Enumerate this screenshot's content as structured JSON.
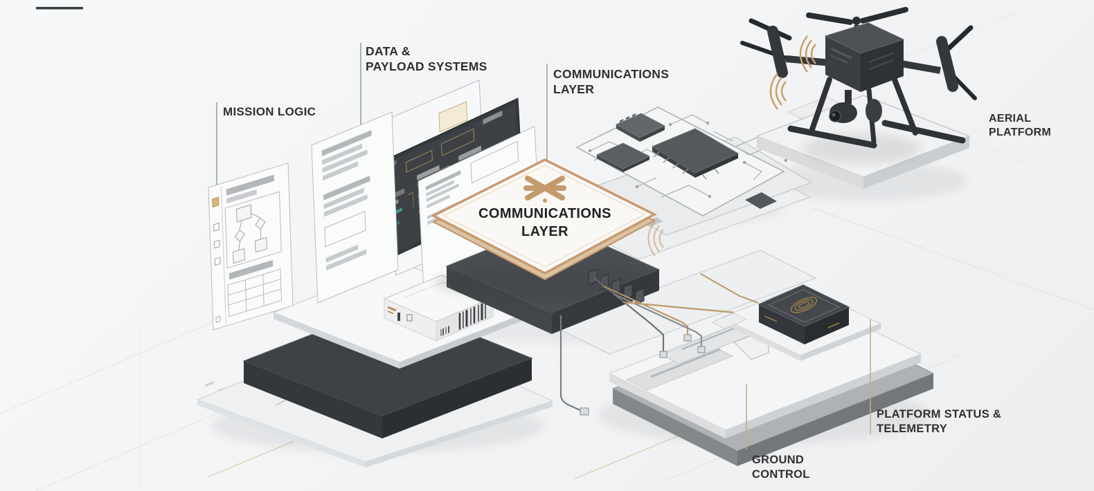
{
  "labels": {
    "mission_logic": "MISSION LOGIC",
    "data_payload": "DATA &\nPAYLOAD SYSTEMS",
    "communications_top": "COMMUNICATIONS\nLAYER",
    "aerial_platform": "AERIAL\nPLATFORM",
    "platform_status": "PLATFORM STATUS &\nTELEMETRY",
    "ground_control": "GROUND\nCONTROL",
    "diamond_plate": "COMMUNICATIONS\nLAYER"
  },
  "icons": {
    "diamond_badge": "asterisk",
    "drone_signal": "wireless-arcs",
    "telemetry_emblem": "concentric-rings"
  },
  "colors": {
    "accent_copper": "#c89a6e",
    "accent_tan_line": "#c2a87c",
    "label_text": "#2d2f31",
    "dark_slab": "#3c4044",
    "teal_bar": "#4e8c8c",
    "orange_bar": "#b9703f",
    "background": "#f3f4f5"
  }
}
